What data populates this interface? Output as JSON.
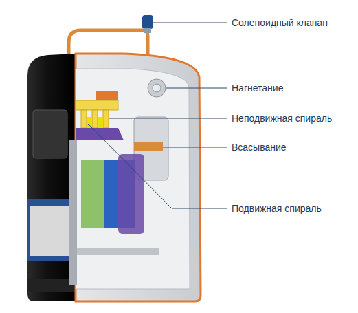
{
  "diagram": {
    "labels": [
      "Соленоидный клапан",
      "Нагнетание",
      "Неподвижная спираль",
      "Всасывание",
      "Подвижная спираль"
    ]
  }
}
